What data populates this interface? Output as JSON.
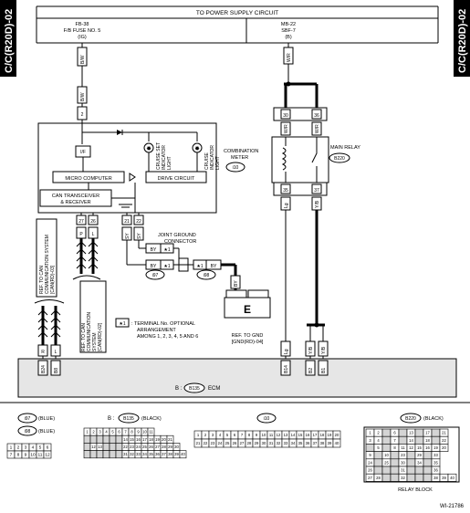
{
  "side_tab_left": "C/C(R20D)-02",
  "side_tab_right": "C/C(R20D)-02",
  "power_supply": {
    "title": "TO POWER SUPPLY CIRCUIT",
    "left_fuse": [
      "FB-38",
      "F/B FUSE NO. 5",
      "(IG)"
    ],
    "right_fuse": [
      "MB-22",
      "SBF-7",
      "(B)"
    ]
  },
  "wires": {
    "bw_top": "B/W",
    "bw_mid": "B/W",
    "wr_top": "W/R",
    "wr_a": "W/R",
    "wr_b": "W/R",
    "lg_a": "Lg",
    "yb_a": "Y/B",
    "yb_b": "Y/B",
    "p": "P",
    "l": "L",
    "sy_a": "SY",
    "sy_b": "SY",
    "r": "R",
    "l2": "L",
    "by": "BY",
    "lg_b": "Lg",
    "yb_c": "Y/B",
    "yb_d": "Y/B"
  },
  "pins": {
    "p2": "2",
    "p27": "27",
    "p26": "26",
    "p21": "21",
    "p22": "22",
    "p30": "30",
    "p35": "35",
    "p36": "36",
    "p37": "37",
    "b24": "B24",
    "b8": "B8",
    "b14": "B14",
    "b2": "B2",
    "b1": "B1"
  },
  "combination_meter": {
    "label": [
      "COMBINATION",
      "METER"
    ],
    "code": "i10"
  },
  "meter_parts": {
    "if": "I/F",
    "micro": "MICRO COMPUTER",
    "can": [
      "CAN TRANSCEIVER",
      "& RECEIVER"
    ],
    "cruise_set": [
      "CRUISE SET",
      "INDICATOR",
      "LIGHT"
    ],
    "cruise_ind": [
      "CRUISE",
      "INDICATOR",
      "LIGHT"
    ],
    "drive": "DRIVE CIRCUIT"
  },
  "main_relay": {
    "label": "MAIN RELAY",
    "code": "B220"
  },
  "joint_ground": {
    "label": [
      "JOINT GROUND",
      "CONNECTOR"
    ],
    "i97": "i97",
    "i98": "i98",
    "star": "★1"
  },
  "ground": {
    "letter": "E",
    "ref": [
      "REF. TO GND",
      "[GND(RD)-04]"
    ]
  },
  "ref_can_left": [
    "REF. TO CAN",
    "COMMUNICATION SYSTEM",
    "[CAN(RD)-03]"
  ],
  "ref_can_mid": [
    "REF. TO CAN",
    "COMMUNICATION",
    "SYSTEM",
    "[CAN(RD)-02]"
  ],
  "terminal_note": {
    "star": "★1",
    "text": [
      ": TERMINAL No. OPTIONAL",
      "ARRANGEMENT",
      "AMONG 1, 2, 3, 4, 5 AND 6"
    ]
  },
  "ecm": {
    "prefix": "B :",
    "code": "B135",
    "suffix": "ECM"
  },
  "connectors": {
    "i97": {
      "id": "i97",
      "color": "(BLUE)"
    },
    "i98": {
      "id": "i98",
      "color": "(BLUE)",
      "rows": [
        [
          "1",
          "2",
          "3",
          "4",
          "5",
          "6"
        ],
        [
          "7",
          "8",
          "9",
          "10",
          "11",
          "12"
        ]
      ]
    },
    "b135": {
      "prefix": "B :",
      "id": "B135",
      "color": "(BLACK)",
      "rows": [
        [
          "1",
          "2",
          "3",
          "4",
          "5",
          "6",
          "7",
          "8",
          "9",
          "10",
          "11"
        ],
        [
          "",
          "",
          "",
          "",
          "",
          "",
          "14",
          "15",
          "16",
          "17",
          "18",
          "19",
          "20",
          "21"
        ],
        [
          "",
          "12",
          "13",
          "",
          "",
          "",
          "22",
          "23",
          "24",
          "25",
          "26",
          "27",
          "28",
          "29",
          "30"
        ],
        [
          "",
          "",
          "",
          "",
          "",
          "",
          "31",
          "32",
          "33",
          "34",
          "35",
          "36",
          "37",
          "38",
          "39",
          "40"
        ]
      ]
    },
    "i10": {
      "id": "i10",
      "rows": [
        [
          "1",
          "2",
          "3",
          "4",
          "5",
          "6",
          "7",
          "8",
          "9",
          "10",
          "11",
          "12",
          "13",
          "14",
          "15",
          "16",
          "17",
          "18",
          "19",
          "20"
        ],
        [
          "21",
          "22",
          "23",
          "24",
          "25",
          "26",
          "27",
          "28",
          "29",
          "30",
          "31",
          "32",
          "33",
          "34",
          "35",
          "36",
          "37",
          "38",
          "39",
          "40"
        ]
      ]
    },
    "b220": {
      "id": "B220",
      "color": "(BLACK)",
      "rows": [
        [
          "1",
          "2",
          "",
          "6",
          "",
          "13",
          "",
          "17",
          "",
          "21"
        ],
        [
          "3",
          "4",
          "",
          "7",
          "",
          "14",
          "",
          "18",
          "",
          "22"
        ],
        [
          "",
          "5",
          "",
          "8",
          "11",
          "12",
          "15",
          "16",
          "19",
          "20"
        ],
        [
          "9",
          "",
          "10",
          "",
          "23",
          "",
          "29",
          "",
          "33"
        ],
        [
          "24",
          "",
          "25",
          "",
          "30",
          "",
          "34",
          "",
          "35"
        ],
        [
          "26",
          "",
          "",
          "",
          "31",
          "",
          "",
          "",
          "36"
        ],
        [
          "27",
          "28",
          "",
          "",
          "32",
          "",
          "",
          "",
          "38",
          "39",
          "40"
        ]
      ],
      "footer": "RELAY BLOCK"
    }
  },
  "figure_id": "WI-21786"
}
